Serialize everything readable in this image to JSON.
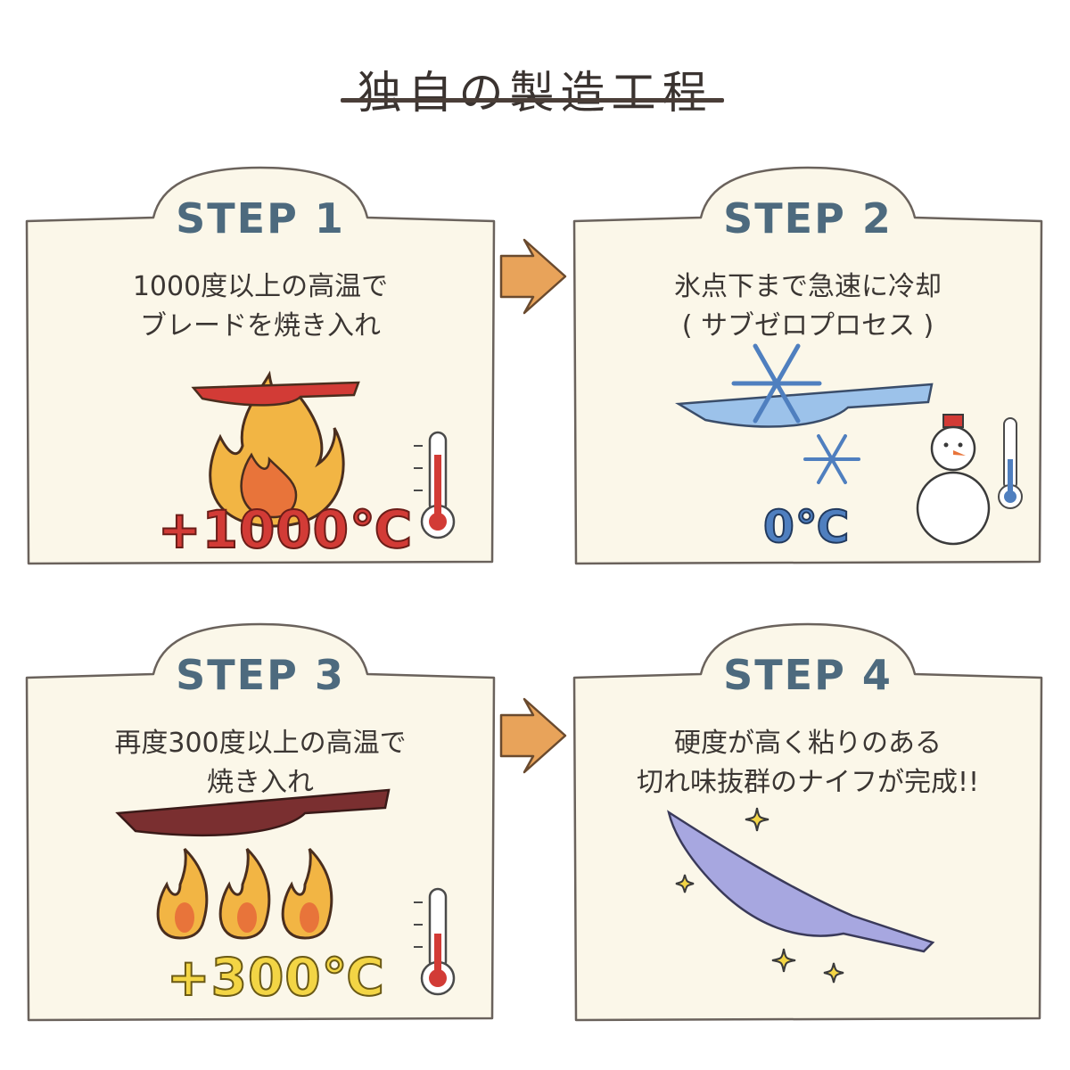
{
  "header": {
    "title": "独自の製造工程"
  },
  "steps": [
    {
      "label": "STEP 1",
      "description": "1000度以上の高温で\nブレードを焼き入れ",
      "temp": "+1000℃"
    },
    {
      "label": "STEP 2",
      "description": "氷点下まで急速に冷却\n( サブゼロプロセス )",
      "temp": "0℃"
    },
    {
      "label": "STEP 3",
      "description": "再度300度以上の高温で\n焼き入れ",
      "temp": "+300℃"
    },
    {
      "label": "STEP 4",
      "description": "硬度が高く粘りのある\n切れ味抜群のナイフが完成!!"
    }
  ],
  "colors": {
    "card_fill": "#fbf7e9",
    "card_stroke": "#6a625c",
    "step_label": "#4d6a7e",
    "arrow": "#e8a35a",
    "hot_red": "#d23b36",
    "warm_yellow": "#f3d545",
    "ice_blue": "#4f7fbf"
  },
  "icons": [
    "flame-icon",
    "snowflake-icon",
    "snowman-icon",
    "thermometer-icon",
    "sparkle-icon",
    "arrow-right-icon",
    "knife-icon"
  ]
}
